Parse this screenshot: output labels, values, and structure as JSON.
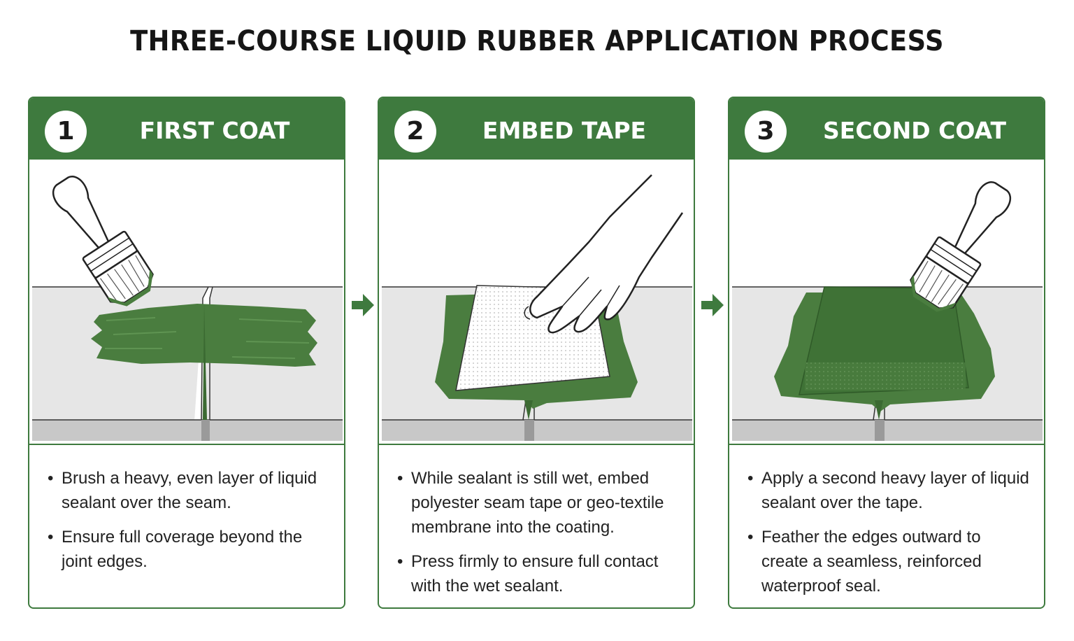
{
  "title": "THREE-COURSE LIQUID RUBBER APPLICATION PROCESS",
  "colors": {
    "accent_green": "#3e7a3e",
    "sealant_green": "#4a7d3f",
    "concrete_gray": "#dcdcdc",
    "white": "#ffffff"
  },
  "steps": [
    {
      "number": "1",
      "title": "FIRST COAT",
      "icon": "paintbrush-icon",
      "bullets": [
        "Brush a heavy, even layer of liquid sealant over the seam.",
        "Ensure full coverage beyond the joint edges."
      ]
    },
    {
      "number": "2",
      "title": "EMBED TAPE",
      "icon": "hand-pressing-tape-icon",
      "bullets": [
        "While sealant is still wet, embed polyester seam tape or geo-textile membrane into the coating.",
        "Press firmly to ensure full contact with the wet sealant."
      ]
    },
    {
      "number": "3",
      "title": "SECOND COAT",
      "icon": "paintbrush-icon",
      "bullets": [
        "Apply a second heavy layer of liquid sealant over the tape.",
        "Feather the edges outward to create a seamless, reinforced waterproof seal."
      ]
    }
  ],
  "connectors": [
    "arrow-right-icon",
    "arrow-right-icon"
  ]
}
